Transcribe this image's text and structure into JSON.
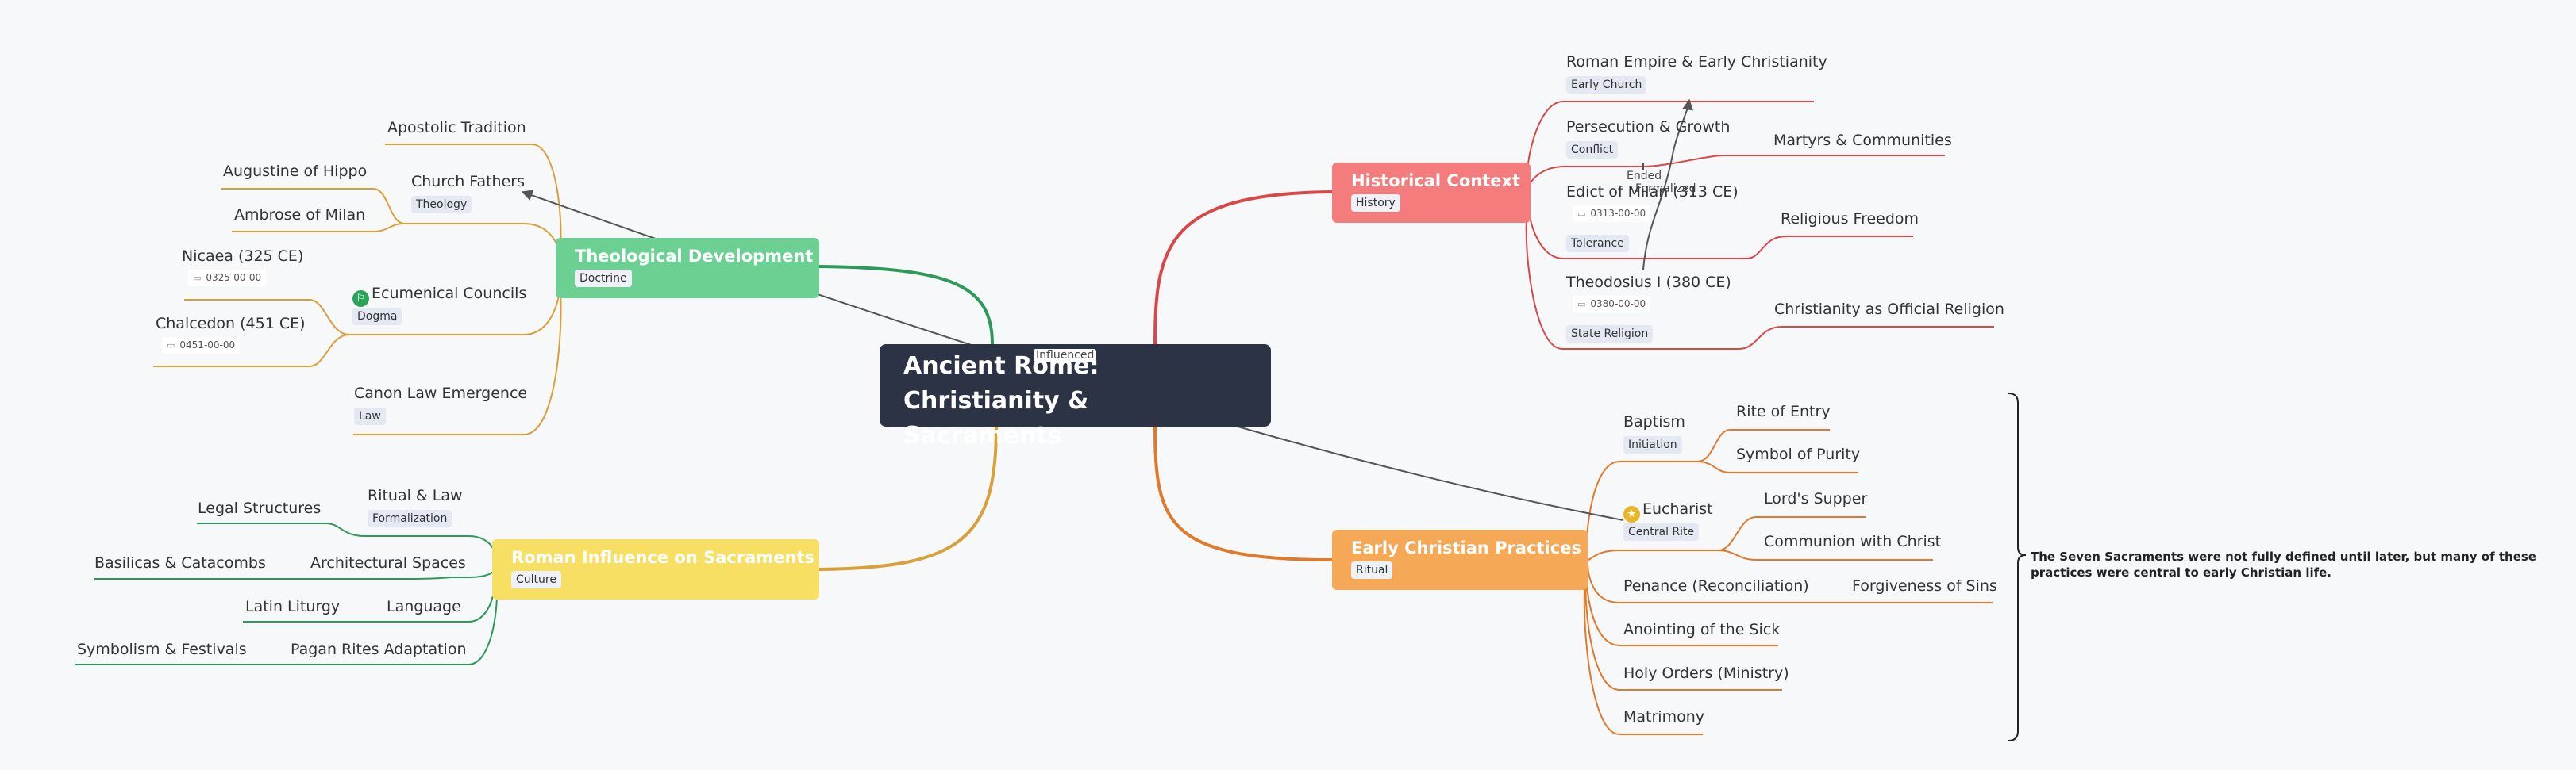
{
  "root": {
    "title": "Ancient Rome: Christianity & Sacraments"
  },
  "historical": {
    "title": "Historical Context",
    "tag": "History",
    "roman_empire": {
      "label": "Roman Empire & Early Christianity",
      "tag": "Early Church"
    },
    "persecution": {
      "label": "Persecution & Growth",
      "tag": "Conflict"
    },
    "martyrs": "Martyrs & Communities",
    "edict": {
      "label": "Edict of Milan (313 CE)",
      "date": "0313-00-00",
      "tag": "Tolerance"
    },
    "religious_freedom": "Religious Freedom",
    "theodosius": {
      "label": "Theodosius I (380 CE)",
      "date": "0380-00-00",
      "tag": "State Religion"
    },
    "official_religion": "Christianity as Official Religion",
    "rel_ended": "Ended",
    "rel_formalized": "Formalized"
  },
  "practices": {
    "title": "Early Christian Practices",
    "tag": "Ritual",
    "baptism": {
      "label": "Baptism",
      "tag": "Initiation"
    },
    "rite_of_entry": "Rite of Entry",
    "symbol_of_purity": "Symbol of Purity",
    "eucharist": {
      "label": "Eucharist",
      "tag": "Central Rite"
    },
    "lords_supper": "Lord's Supper",
    "communion": "Communion with Christ",
    "penance": "Penance (Reconciliation)",
    "forgiveness": "Forgiveness of Sins",
    "anointing": "Anointing of the Sick",
    "holy_orders": "Holy Orders (Ministry)",
    "matrimony": "Matrimony",
    "note": "The Seven Sacraments were not fully defined until later, but many of these practices were central to early Christian life."
  },
  "theological": {
    "title": "Theological Development",
    "tag": "Doctrine",
    "apostolic": "Apostolic Tradition",
    "church_fathers": {
      "label": "Church Fathers",
      "tag": "Theology"
    },
    "augustine": "Augustine of Hippo",
    "ambrose": "Ambrose of Milan",
    "councils": {
      "label": "Ecumenical Councils",
      "tag": "Dogma"
    },
    "nicaea": {
      "label": "Nicaea (325 CE)",
      "date": "0325-00-00"
    },
    "chalcedon": {
      "label": "Chalcedon (451 CE)",
      "date": "0451-00-00"
    },
    "canon_law": {
      "label": "Canon Law Emergence",
      "tag": "Law"
    },
    "rel_influenced": "Influenced"
  },
  "roman": {
    "title": "Roman Influence on Sacraments",
    "tag": "Culture",
    "ritual_law": {
      "label": "Ritual & Law",
      "tag": "Formalization"
    },
    "legal": "Legal Structures",
    "architectural": "Architectural Spaces",
    "basilicas": "Basilicas & Catacombs",
    "language": "Language",
    "latin": "Latin Liturgy",
    "pagan": "Pagan Rites Adaptation",
    "symbolism": "Symbolism & Festivals"
  },
  "colors": {
    "historical": "#f47c7c",
    "practices": "#f5a855",
    "theological": "#6dd093",
    "roman": "#f6df63",
    "red_line": "#d94848",
    "orange_line": "#e07a2a",
    "gold_line": "#d9a03a",
    "green_line": "#2e9a5a",
    "root": "#2b3344"
  }
}
